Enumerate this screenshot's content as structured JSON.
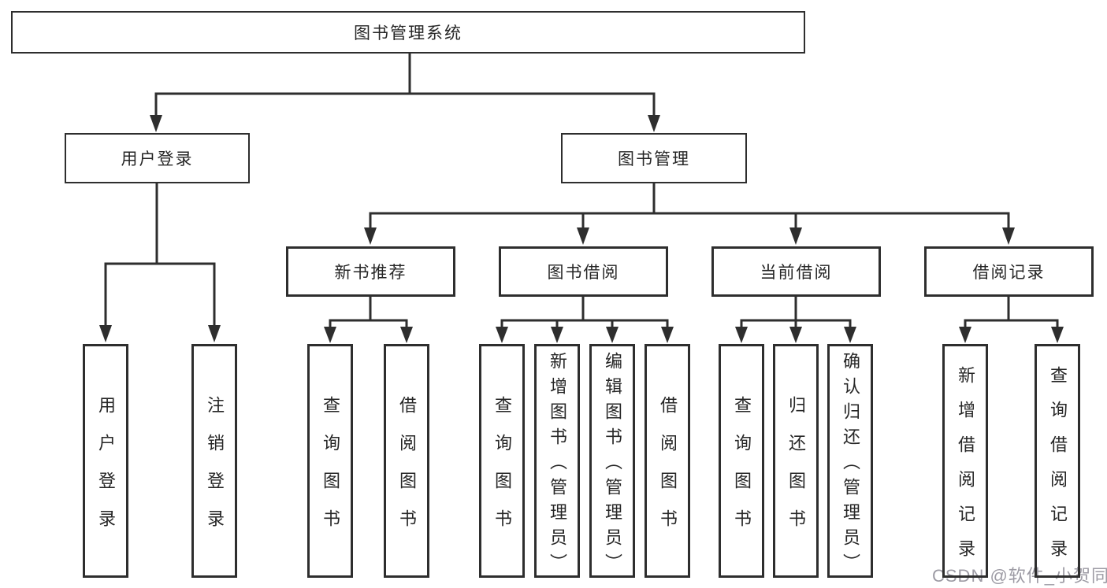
{
  "colors": {
    "line": "#2e2e2e",
    "text": "#262626",
    "background": "#ffffff",
    "watermark": "#95939d"
  },
  "tree": {
    "root": "图书管理系统",
    "level2": [
      {
        "label": "用户登录",
        "leaves": [
          "用户登录",
          "注销登录"
        ]
      },
      {
        "label": "图书管理",
        "groups": [
          {
            "label": "新书推荐",
            "leaves": [
              "查询图书",
              "借阅图书"
            ]
          },
          {
            "label": "图书借阅",
            "leaves": [
              "查询图书",
              "新增图书（管理员）",
              "编辑图书（管理员）",
              "借阅图书"
            ]
          },
          {
            "label": "当前借阅",
            "leaves": [
              "查询图书",
              "归还图书",
              "确认归还（管理员）"
            ]
          },
          {
            "label": "借阅记录",
            "leaves": [
              "新增借阅记录",
              "查询借阅记录"
            ]
          }
        ]
      }
    ]
  },
  "watermark": {
    "text": "CSDN @软件_小贺同学"
  }
}
